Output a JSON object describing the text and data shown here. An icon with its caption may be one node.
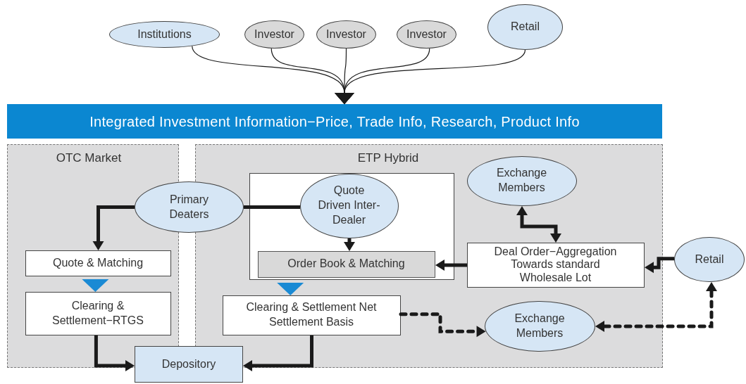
{
  "diagram": {
    "nodes": [
      {
        "text": [
          "Institutions"
        ]
      },
      {
        "text": [
          "Investor"
        ]
      },
      {
        "text": [
          "Investor"
        ]
      },
      {
        "text": [
          "Investor"
        ]
      },
      {
        "text": [
          "Retail"
        ]
      },
      {
        "text": [
          "Integrated Investment Information−Price, Trade Info, Research, Product Info"
        ]
      },
      {
        "text": [
          "OTC Market"
        ]
      },
      {
        "text": [
          "ETP Hybrid"
        ]
      },
      {
        "text": [
          "Primary Deaters"
        ]
      },
      {
        "text": [
          "Quote & Matching"
        ],
        "in": 6
      },
      {
        "text": [
          "Clearing & Settlement−RTGS"
        ],
        "in": 6
      },
      {
        "text": [],
        "shape": "box",
        "in": 7
      },
      {
        "text": [
          "Quote Driven Inter-Dealer"
        ],
        "in": 11
      },
      {
        "text": [
          "Order Book & Matching"
        ],
        "in": 11
      },
      {
        "text": [
          "Exchange Members"
        ],
        "in": 7
      },
      {
        "text": [
          "Deal Order−Aggregation Towards standard Wholesale Lot"
        ],
        "in": 7
      },
      {
        "text": [
          "Retail"
        ]
      },
      {
        "text": [
          "Clearing & Settlement Net Settlement Basis"
        ],
        "in": 7
      },
      {
        "text": [
          "Exchange Members"
        ],
        "in": 7
      },
      {
        "text": [
          "Depository"
        ]
      }
    ],
    "edges": [
      {
        "from": 0,
        "to": 5,
        "arrow": "to"
      },
      {
        "from": 1,
        "to": 5,
        "arrow": "to"
      },
      {
        "from": 2,
        "to": 5,
        "arrow": "to"
      },
      {
        "from": 3,
        "to": 5,
        "arrow": "to"
      },
      {
        "from": 4,
        "to": 5,
        "arrow": "to"
      },
      {
        "from": 8,
        "to": 9,
        "arrow": "to"
      },
      {
        "from": 8,
        "to": 12,
        "arrow": "none"
      },
      {
        "from": 12,
        "to": 13,
        "arrow": "to"
      },
      {
        "from": 9,
        "to": 10,
        "arrow": "to",
        "color": "#1a8ad4"
      },
      {
        "from": 11,
        "to": 17,
        "arrow": "to",
        "color": "#1a8ad4"
      },
      {
        "from": 10,
        "to": 19,
        "arrow": "to"
      },
      {
        "from": 17,
        "to": 19,
        "arrow": "to"
      },
      {
        "from": 15,
        "to": 14,
        "arrow": "both"
      },
      {
        "from": 15,
        "to": 13,
        "arrow": "to"
      },
      {
        "from": 16,
        "to": 15,
        "arrow": "to"
      },
      {
        "from": 17,
        "to": 18,
        "arrow": "to",
        "style": "dashed"
      },
      {
        "from": 16,
        "to": 18,
        "arrow": "both",
        "style": "dashed"
      }
    ]
  }
}
